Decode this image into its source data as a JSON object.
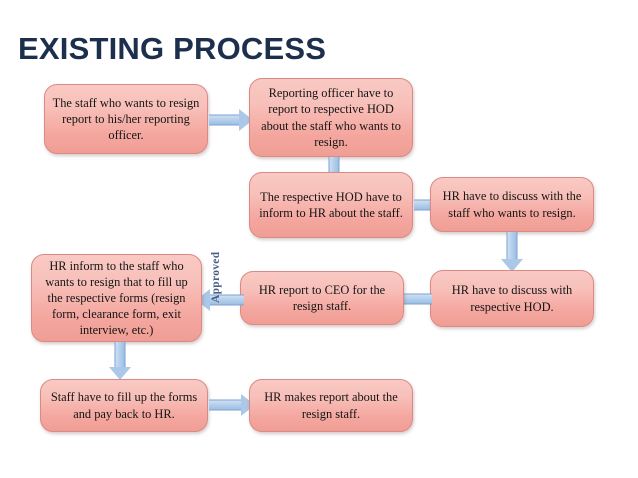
{
  "slide": {
    "title": "EXISTING PROCESS",
    "background_color": "#ffffff",
    "title_color": "#1c2f4d",
    "node_fill_top": "#f9c9c3",
    "node_fill_bottom": "#f09e95",
    "node_border_color": "#d98a85",
    "arrow_color": "#acc8e8",
    "arrow_border_color": "#7ba2d0"
  },
  "nodes": [
    {
      "id": "staff-resign-report",
      "text": "The staff who wants to resign report to his/her reporting officer."
    },
    {
      "id": "reporting-officer-hod",
      "text": "Reporting officer have to report to respective HOD about the staff who wants to resign."
    },
    {
      "id": "hod-inform-hr",
      "text": "The respective HOD have to inform to HR about the staff."
    },
    {
      "id": "hr-discuss-staff",
      "text": "HR have to discuss with the staff who wants to resign."
    },
    {
      "id": "hr-discuss-hod",
      "text": "HR have to discuss with respective HOD."
    },
    {
      "id": "hr-report-ceo",
      "text": "HR report to CEO for the resign staff."
    },
    {
      "id": "hr-inform-forms",
      "text": "HR inform to the staff who wants to resign that to fill up the respective forms (resign form, clearance form, exit interview, etc.)"
    },
    {
      "id": "staff-fill-forms",
      "text": "Staff have to fill up the forms and pay back to HR."
    },
    {
      "id": "hr-makes-report",
      "text": "HR makes report about the resign staff."
    }
  ],
  "labels": {
    "approved": "Approved"
  },
  "connectors": [
    {
      "id": "staff-to-reporting-officer",
      "direction": "right"
    },
    {
      "id": "reporting-officer-to-hod",
      "direction": "down"
    },
    {
      "id": "hod-to-hr-discuss-staff",
      "direction": "right"
    },
    {
      "id": "hr-staff-to-hr-hod",
      "direction": "down"
    },
    {
      "id": "hr-hod-to-ceo",
      "direction": "left"
    },
    {
      "id": "ceo-to-hr-inform-forms",
      "direction": "left"
    },
    {
      "id": "hr-inform-to-staff-fill",
      "direction": "down"
    },
    {
      "id": "staff-fill-to-hr-report",
      "direction": "right"
    }
  ]
}
